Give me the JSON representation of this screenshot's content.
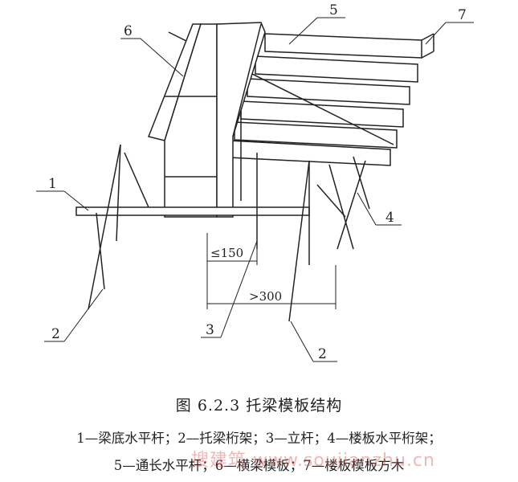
{
  "figure": {
    "title": "图 6.2.3   托梁模板结构",
    "legend_line1": "1—梁底水平杆；2—托梁桁架；3—立杆；4—楼板水平桁架；",
    "legend_line2": "5—通长水平杆；6—横梁模板；7—楼板模板方木",
    "labels": {
      "l1": "1",
      "l2a": "2",
      "l2b": "2",
      "l3": "3",
      "l4": "4",
      "l5": "5",
      "l6": "6",
      "l7": "7"
    },
    "dimensions": {
      "d150": "≤150",
      "d300": ">300"
    },
    "watermark": "搜建筑 www.soujianzhu.cn"
  }
}
